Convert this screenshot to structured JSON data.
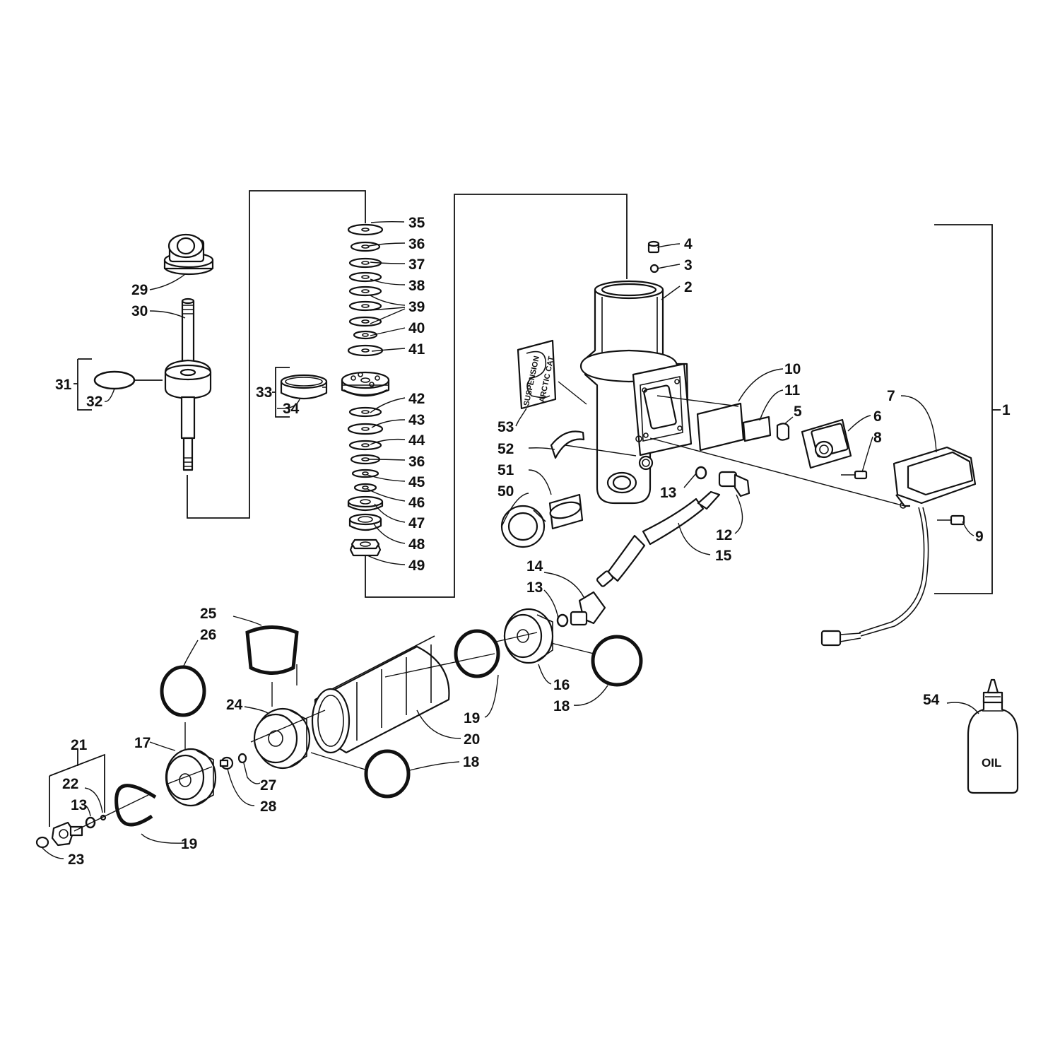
{
  "diagram": {
    "container_text": "OIL",
    "decal_lines": [
      "SUSPENSION",
      "ARCTIC CAT"
    ],
    "callouts": [
      {
        "label": "1"
      },
      {
        "label": "2"
      },
      {
        "label": "3"
      },
      {
        "label": "4"
      },
      {
        "label": "5"
      },
      {
        "label": "6"
      },
      {
        "label": "7"
      },
      {
        "label": "8"
      },
      {
        "label": "9"
      },
      {
        "label": "10"
      },
      {
        "label": "11"
      },
      {
        "label": "12"
      },
      {
        "label": "13"
      },
      {
        "label": "13"
      },
      {
        "label": "13"
      },
      {
        "label": "14"
      },
      {
        "label": "15"
      },
      {
        "label": "16"
      },
      {
        "label": "17"
      },
      {
        "label": "18"
      },
      {
        "label": "18"
      },
      {
        "label": "19"
      },
      {
        "label": "19"
      },
      {
        "label": "20"
      },
      {
        "label": "21"
      },
      {
        "label": "22"
      },
      {
        "label": "23"
      },
      {
        "label": "24"
      },
      {
        "label": "25"
      },
      {
        "label": "26"
      },
      {
        "label": "27"
      },
      {
        "label": "28"
      },
      {
        "label": "29"
      },
      {
        "label": "30"
      },
      {
        "label": "31"
      },
      {
        "label": "32"
      },
      {
        "label": "33"
      },
      {
        "label": "34"
      },
      {
        "label": "35"
      },
      {
        "label": "36"
      },
      {
        "label": "36"
      },
      {
        "label": "37"
      },
      {
        "label": "38"
      },
      {
        "label": "39"
      },
      {
        "label": "40"
      },
      {
        "label": "41"
      },
      {
        "label": "42"
      },
      {
        "label": "43"
      },
      {
        "label": "44"
      },
      {
        "label": "45"
      },
      {
        "label": "46"
      },
      {
        "label": "47"
      },
      {
        "label": "48"
      },
      {
        "label": "49"
      },
      {
        "label": "50"
      },
      {
        "label": "51"
      },
      {
        "label": "52"
      },
      {
        "label": "53"
      },
      {
        "label": "54"
      }
    ]
  }
}
